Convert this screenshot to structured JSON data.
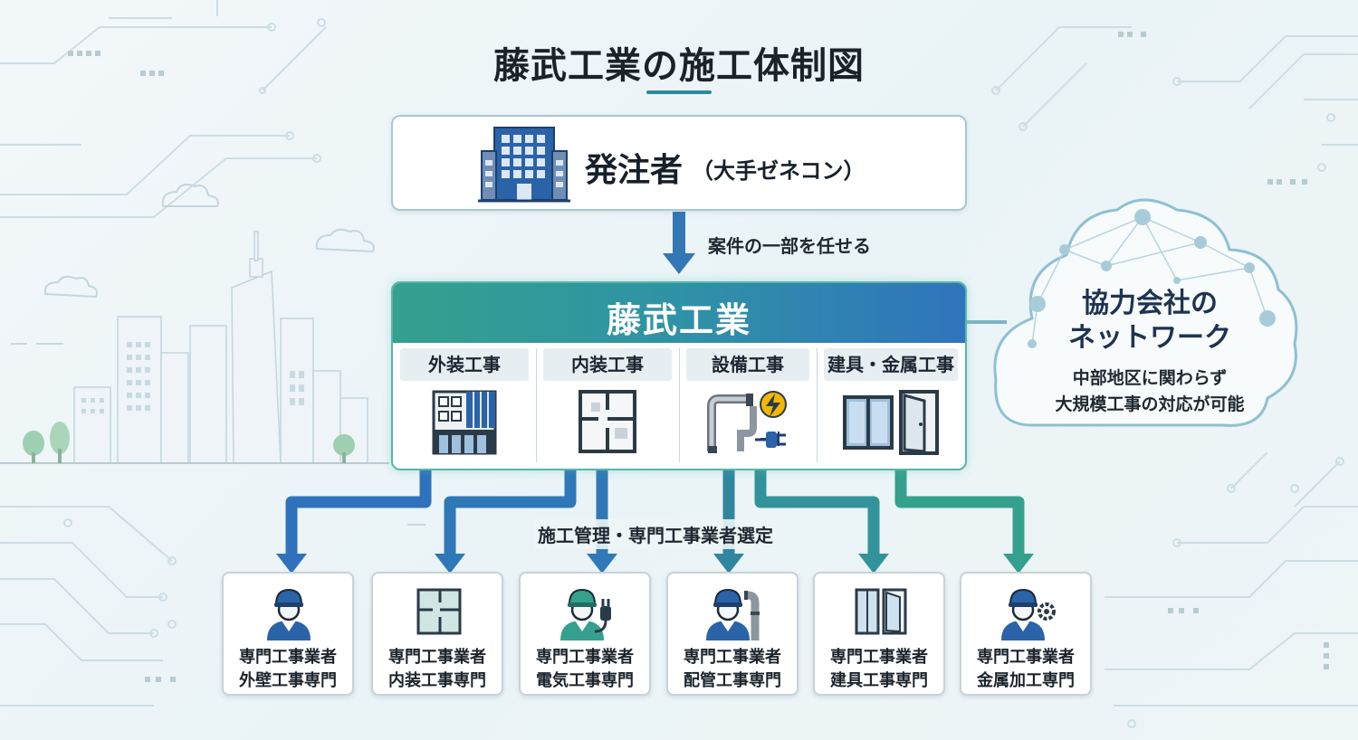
{
  "title": "藤武工業の施工体制図",
  "client": {
    "label": "発注者",
    "sub": "（大手ゼネコン）",
    "icon": "office-building-icon"
  },
  "arrow_label": "案件の一部を任せる",
  "company": {
    "name": "藤武工業",
    "divisions": [
      {
        "label": "外装工事",
        "icon": "building-facade-icon"
      },
      {
        "label": "内装工事",
        "icon": "floor-plan-icon"
      },
      {
        "label": "設備工事",
        "icon": "pipe-plug-icon"
      },
      {
        "label": "建具・金属工事",
        "icon": "window-door-icon"
      }
    ]
  },
  "network": {
    "title_line1": "協力会社の",
    "title_line2": "ネットワーク",
    "desc_line1": "中部地区に関わらず",
    "desc_line2": "大規模工事の対応が可能",
    "icon": "network-cloud-icon"
  },
  "selection_label": "施工管理・専門工事業者選定",
  "subcontractors": [
    {
      "line1": "専門工事業者",
      "line2": "外壁工事専門",
      "icon": "worker-icon"
    },
    {
      "line1": "専門工事業者",
      "line2": "内装工事専門",
      "icon": "floor-plan-icon"
    },
    {
      "line1": "専門工事業者",
      "line2": "電気工事専門",
      "icon": "worker-plug-icon"
    },
    {
      "line1": "専門工事業者",
      "line2": "配管工事専門",
      "icon": "worker-pipe-icon"
    },
    {
      "line1": "専門工事業者",
      "line2": "建具工事専門",
      "icon": "window-door-icon"
    },
    {
      "line1": "専門工事業者",
      "line2": "金属加工専門",
      "icon": "worker-gear-icon"
    }
  ],
  "colors": {
    "blue": "#2f73bb",
    "teal": "#35a08d",
    "navy": "#1d3350"
  }
}
